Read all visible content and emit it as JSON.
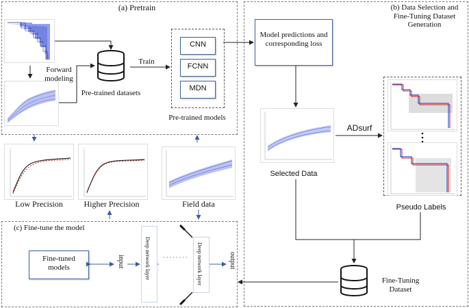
{
  "panels": {
    "pretrain": {
      "title": "(a)  Pretrain"
    },
    "data_selection": {
      "title_lines": [
        "(b) Data Selection and",
        "Fine-Tuning Dataset",
        "Generation"
      ]
    },
    "finetune": {
      "title": "(c)  Fine-tune the model"
    }
  },
  "pretrain": {
    "forward_modeling": [
      "Forward",
      "modeling"
    ],
    "train_label": "Train",
    "datasets_label": "Pre-trained datasets",
    "models": [
      "CNN",
      "FCNN",
      "MDN"
    ],
    "models_label": "Pre-trained models"
  },
  "selection": {
    "predictions_box": [
      "Model predictions and",
      "corresponding loss"
    ],
    "selected_label": "Selected Data",
    "adsurf_label": "ADsurf",
    "pseudo_label": "Pseudo Labels",
    "finetuning_dataset": [
      "Fine-Tuning",
      "Dataset"
    ]
  },
  "middle": {
    "low_precision": "Low Precision",
    "higher_precision": "Higher Precision",
    "field_data": "Field data"
  },
  "finetune": {
    "model_box": [
      "Fine-tuned",
      "models"
    ],
    "input_label": "input",
    "output_label": "output",
    "layer_label": "Deep network layer",
    "dots": "· · · · · · · ·"
  },
  "colors": {
    "accent": "#3a5f9a",
    "curve_blue": "#3b4fd8",
    "dashed_border": "#777777",
    "arrow": "#222222",
    "red_curve": "#cc2222"
  }
}
